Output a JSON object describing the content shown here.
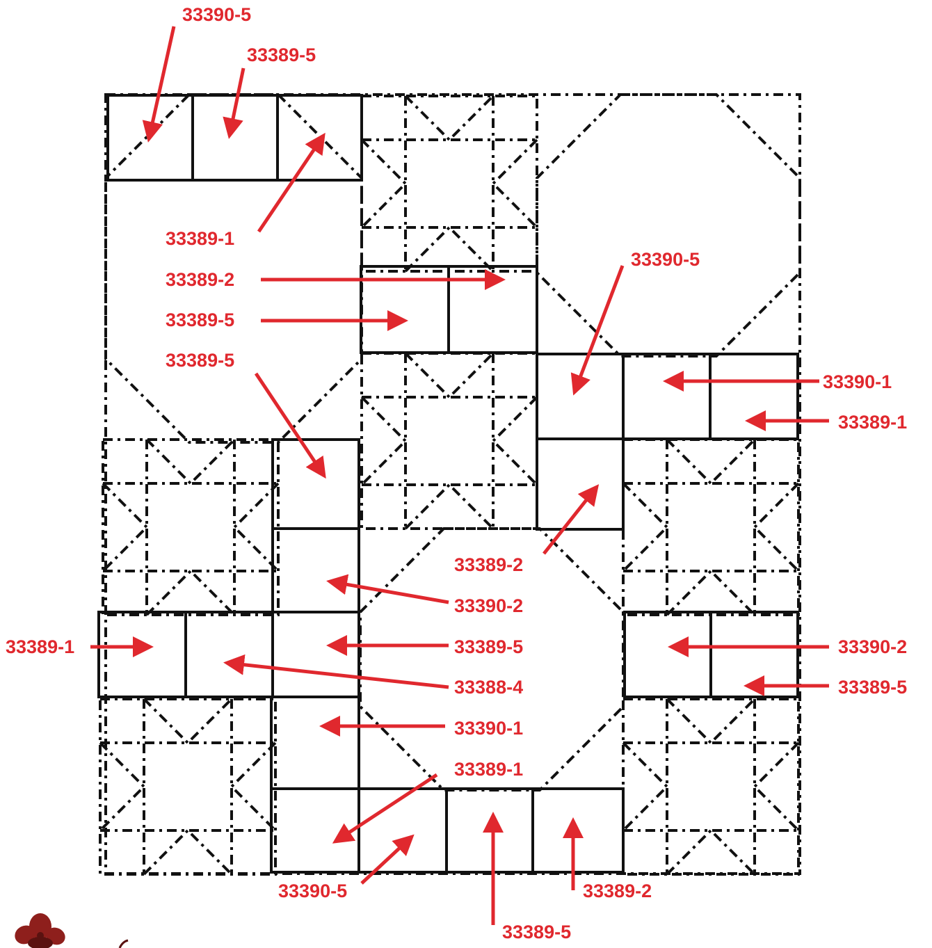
{
  "colors": {
    "ink": "#111111",
    "annotation": "#e0282e",
    "flower_petal": "#8e1f1c",
    "flower_shadow": "#5a1210",
    "background": "#ffffff"
  },
  "icons": {
    "corner_decoration": "flower-icon"
  },
  "labels": [
    {
      "id": "top-left",
      "text": "33390-5"
    },
    {
      "id": "top-second",
      "text": "33389-5"
    },
    {
      "id": "upper-left-a",
      "text": "33389-1"
    },
    {
      "id": "upper-left-b",
      "text": "33389-2"
    },
    {
      "id": "upper-left-c",
      "text": "33389-5"
    },
    {
      "id": "upper-left-d",
      "text": "33389-5"
    },
    {
      "id": "upper-right",
      "text": "33390-5"
    },
    {
      "id": "right-a",
      "text": "33390-1"
    },
    {
      "id": "right-b",
      "text": "33389-1"
    },
    {
      "id": "center-a",
      "text": "33389-2"
    },
    {
      "id": "center-b",
      "text": "33390-2"
    },
    {
      "id": "left-row",
      "text": "33389-1"
    },
    {
      "id": "center-c",
      "text": "33389-5"
    },
    {
      "id": "right-c",
      "text": "33390-2"
    },
    {
      "id": "center-d",
      "text": "33388-4"
    },
    {
      "id": "right-d",
      "text": "33389-5"
    },
    {
      "id": "center-e",
      "text": "33390-1"
    },
    {
      "id": "center-f",
      "text": "33389-1"
    },
    {
      "id": "bottom-a",
      "text": "33390-5"
    },
    {
      "id": "bottom-b",
      "text": "33389-2"
    },
    {
      "id": "bottom-c",
      "text": "33389-5"
    }
  ]
}
